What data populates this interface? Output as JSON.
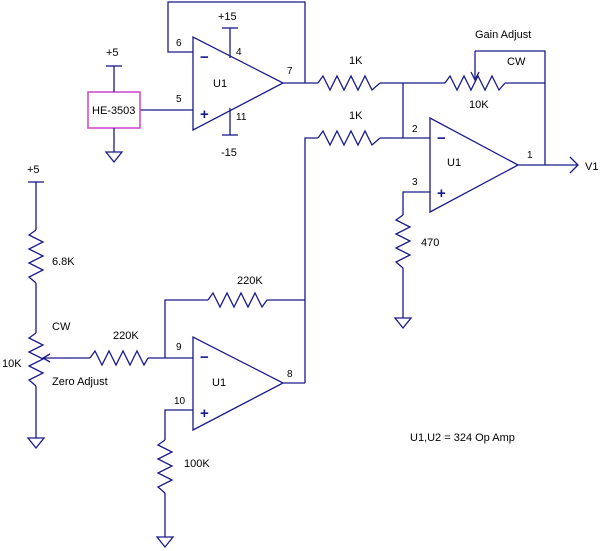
{
  "opamps": {
    "top": {
      "label": "U1",
      "pin_inv": "6",
      "pin_noninv": "5",
      "pin_out": "7",
      "pin_vpos": "4",
      "pin_vneg": "11"
    },
    "right": {
      "label": "U1",
      "pin_inv": "2",
      "pin_noninv": "3",
      "pin_out": "1"
    },
    "bottom": {
      "label": "U1",
      "pin_inv": "9",
      "pin_noninv": "10",
      "pin_out": "8"
    }
  },
  "supplies": {
    "vpos": "+15",
    "vneg": "-15",
    "sensor_supply": "+5",
    "divider_supply": "+5"
  },
  "sensor": {
    "label": "HE-3503"
  },
  "resistors": {
    "top_series": "1K",
    "mid_series": "1K",
    "gain_pot": "10K",
    "r470": "470",
    "r68k": "6.8K",
    "zero_pot": "10K",
    "r220k_feedback": "220K",
    "r220k_input": "220K",
    "r100k": "100K"
  },
  "labels": {
    "gain_adjust": "Gain Adjust",
    "gain_cw": "CW",
    "zero_cw": "CW",
    "zero_adjust": "Zero Adjust",
    "output": "V1",
    "note": "U1,U2 = 324 Op Amp"
  },
  "symbols": {
    "minus": "−",
    "plus": "+"
  }
}
